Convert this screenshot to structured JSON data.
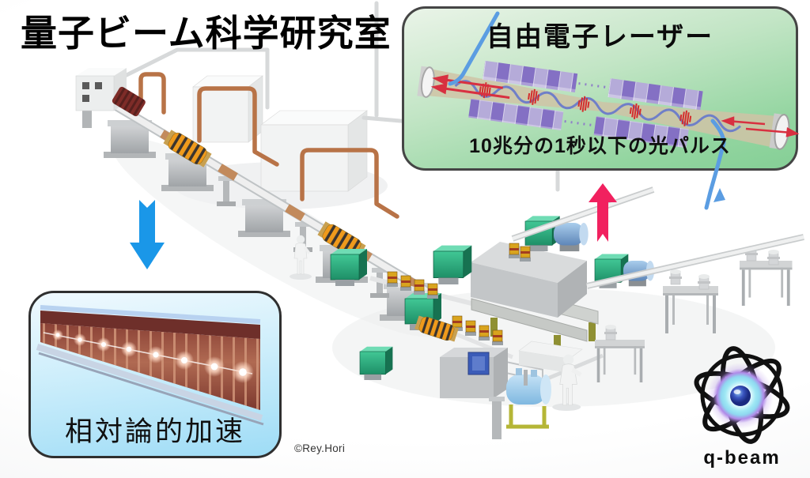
{
  "page": {
    "title": "量子ビーム科学研究室",
    "credit": "©Rey.Hori",
    "background": "#ffffff"
  },
  "fel_panel": {
    "title": "自由電子レーザー",
    "caption": "10兆分の1秒以下の光パルス",
    "colors": {
      "bg_top": "#eaf4e8",
      "bg_bottom": "#85cf96",
      "border": "#454545",
      "undulator_magnet_light": "#b5abd9",
      "undulator_magnet_dark": "#8470c4",
      "laser_red": "#d83040",
      "electron_beam_blue": "#5b9de2",
      "mirror_silver": "#f2f2f2",
      "optical_axis_tan": "#cfc3a6"
    }
  },
  "accel_panel": {
    "caption": "相対論的加速",
    "colors": {
      "bg_top": "#f0f9fe",
      "bg_bottom": "#9edcf6",
      "border": "#2f2f2f",
      "copper_dark": "#6e2f2a",
      "copper_light": "#c98268",
      "bunch_glow": "#ffffff",
      "rail_blue": "#b8d2f0"
    }
  },
  "arrows": {
    "down_arrow_color": "#1a97e8",
    "up_arrow_color": "#f1215f"
  },
  "logo": {
    "label": "q-beam",
    "orbit_color": "#101010",
    "glow_cyan": "#8adef0",
    "glow_purple": "#b08ae8",
    "core_blue": "#243a9a"
  },
  "scene_colors": {
    "copper_waveguide": "#b87347",
    "shield_box_white": "#f2f3f3",
    "magnet_green": "#2bb385",
    "quad_yellow": "#d9a41e",
    "solenoid_orange": "#ef9a1c",
    "cylinder_blue": "#a9cdec",
    "tank_light_blue": "#b8dcf4",
    "frame_olive": "#b5b636",
    "pedestal_gray": "#b2b5b7"
  }
}
